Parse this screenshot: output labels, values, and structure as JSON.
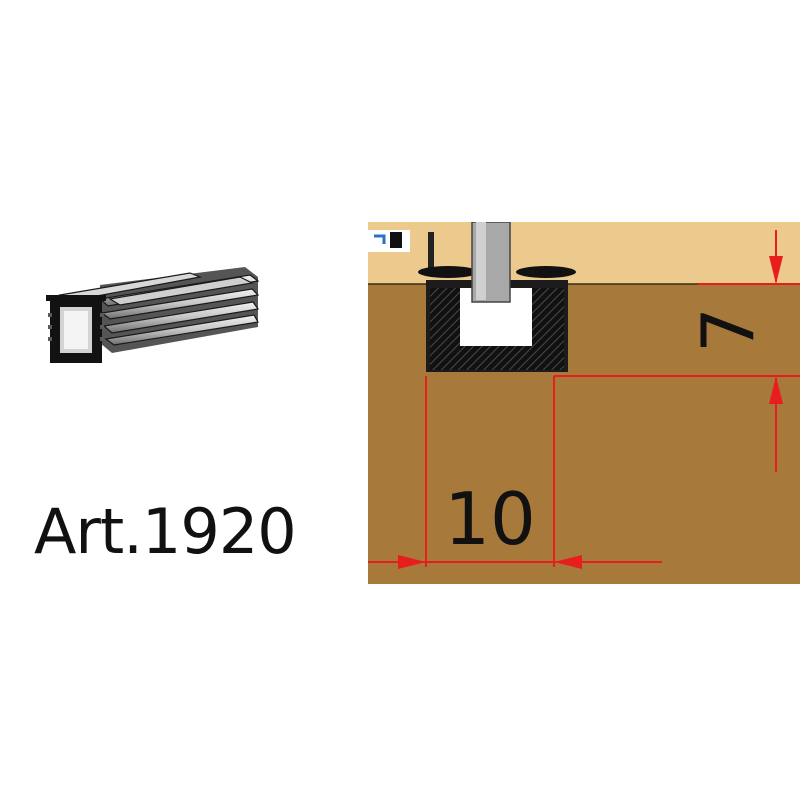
{
  "article": {
    "label": "Art.1920"
  },
  "dimensions": {
    "height_value": "7",
    "width_value": "10"
  },
  "colors": {
    "wood_top": "#ecc98d",
    "wood_bottom": "#a77a3c",
    "dimension_line": "#e81e1e",
    "profile_dark": "#151515",
    "profile_grey": "#9a9a9a"
  },
  "icons": {
    "product": "u-channel-profile-icon"
  }
}
